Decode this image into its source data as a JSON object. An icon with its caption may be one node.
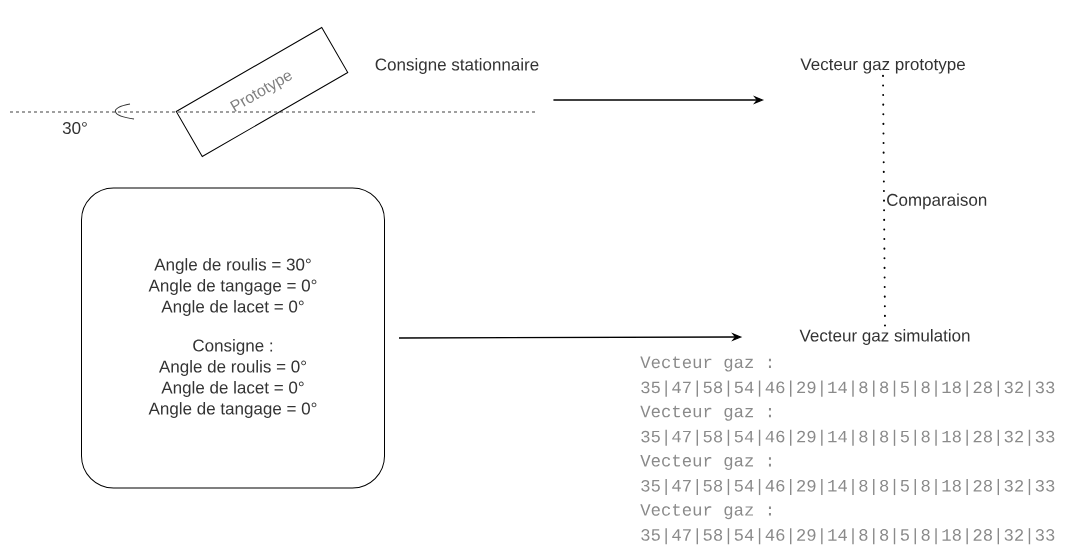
{
  "diagram": {
    "nodes": [
      {
        "text": [
          "Prototype"
        ]
      },
      {
        "text": [
          "Consigne stationnaire"
        ]
      },
      {
        "text": [
          "Vecteur gaz prototype"
        ]
      },
      {
        "text": [
          "Angle de roulis = 30°",
          "Angle de tangage = 0°",
          "Angle de lacet = 0°",
          "Consigne :",
          "Angle de roulis = 0°",
          "Angle de lacet = 0°",
          "Angle de tangage = 0°"
        ]
      },
      {
        "text": [
          "Vecteur gaz simulation"
        ]
      }
    ],
    "edges": [
      {
        "from": 1,
        "to": 2,
        "arrow": "to"
      },
      {
        "from": 2,
        "to": 4,
        "arrow": "none",
        "label": "Comparaison",
        "style": "dashed"
      },
      {
        "from": 3,
        "to": 4,
        "arrow": "to"
      }
    ],
    "labels": [
      "30°",
      "Vecteur gaz :",
      "35|47|58|54|46|29|14|8|8|5|8|18|28|32|33",
      "Vecteur gaz :",
      "35|47|58|54|46|29|14|8|8|5|8|18|28|32|33",
      "Vecteur gaz :",
      "35|47|58|54|46|29|14|8|8|5|8|18|28|32|33",
      "Vecteur gaz :",
      "35|47|58|54|46|29|14|8|8|5|8|18|28|32|33"
    ]
  }
}
